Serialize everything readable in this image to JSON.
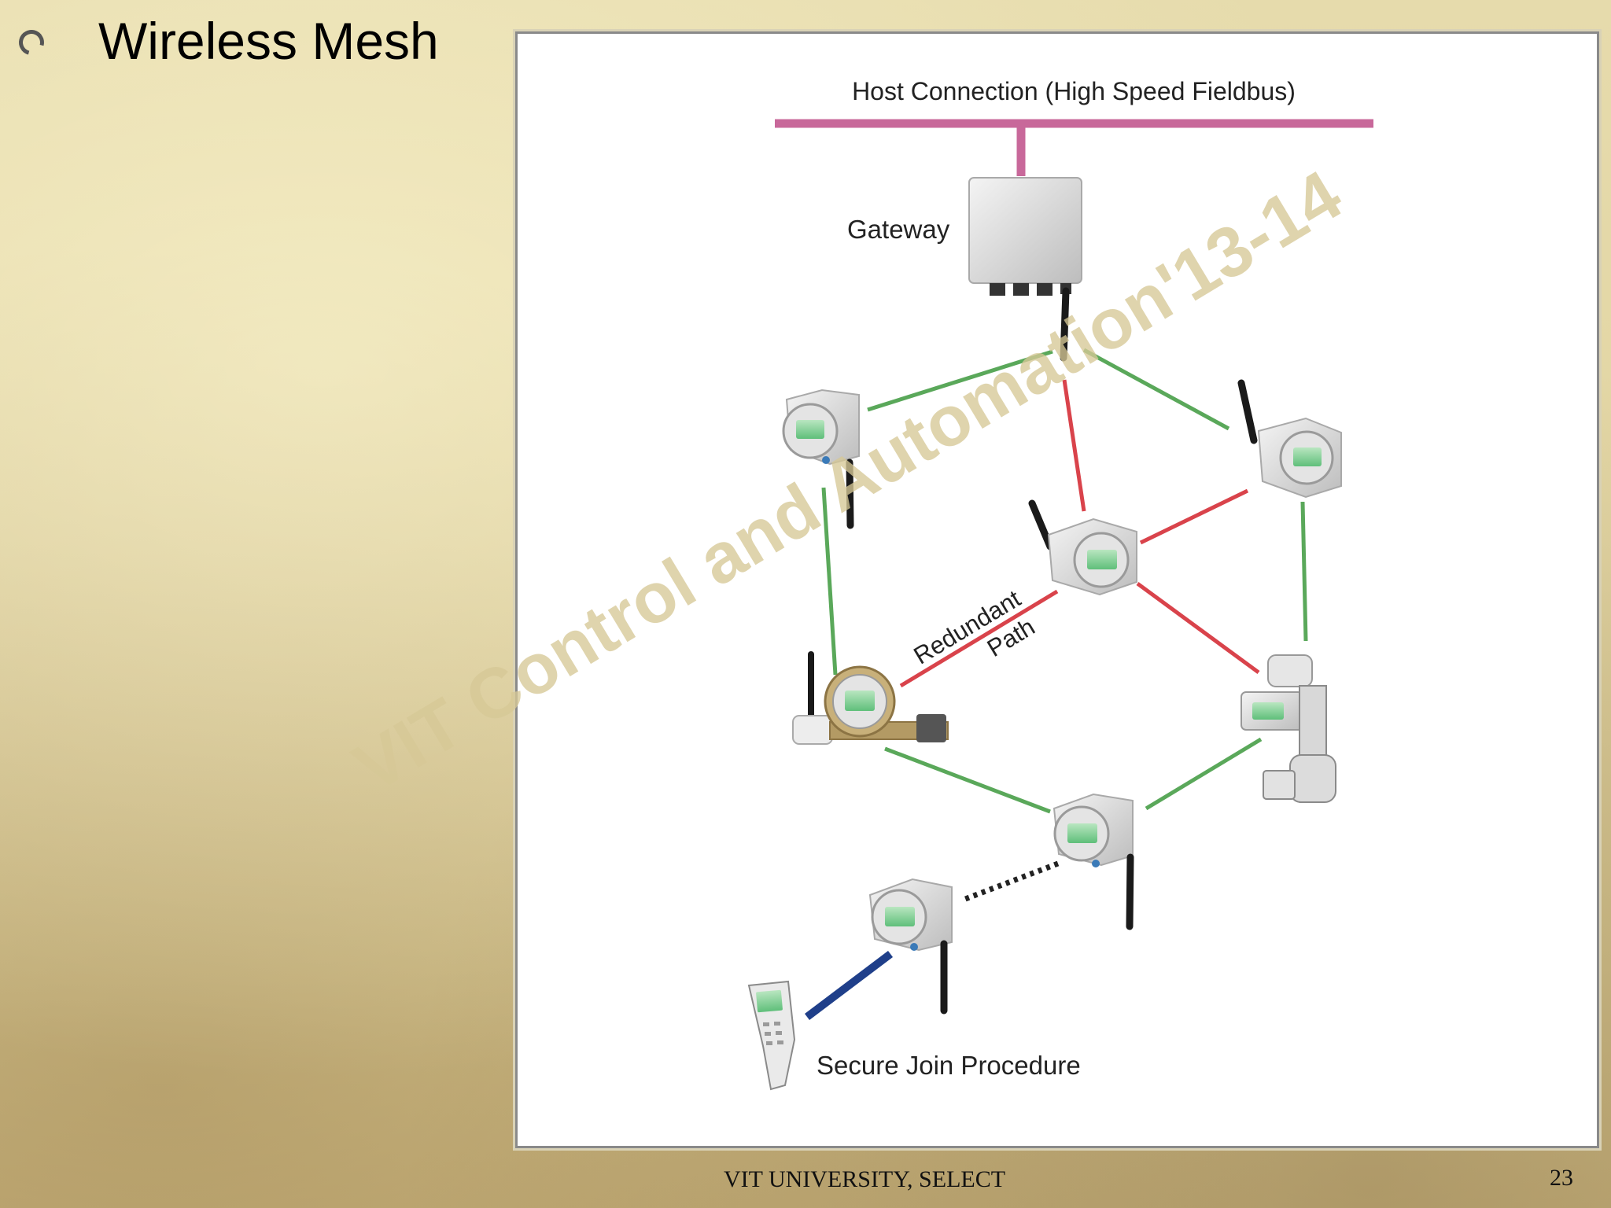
{
  "slide": {
    "title": "Wireless Mesh",
    "footer": "VIT UNIVERSITY, SELECT",
    "page_number": "23"
  },
  "diagram": {
    "host_connection_label": "Host Connection (High Speed Fieldbus)",
    "gateway_label": "Gateway",
    "redundant_label_line1": "Redundant",
    "redundant_label_line2": "Path",
    "secure_join_label": "Secure Join Procedure",
    "watermark": "VIT Control and Automation'13-14",
    "colors": {
      "fieldbus": "#c8689a",
      "primary_link": "#5aa85a",
      "redundant_link": "#d9434b",
      "join_link": "#1f3f8a",
      "dotted_link": "#222222"
    },
    "devices": [
      {
        "name": "gateway",
        "icon": "gateway-box-icon"
      },
      {
        "name": "transmitter-left-top",
        "icon": "wireless-transmitter-icon"
      },
      {
        "name": "transmitter-right-top",
        "icon": "wireless-transmitter-icon"
      },
      {
        "name": "transmitter-center",
        "icon": "wireless-transmitter-icon"
      },
      {
        "name": "flow-meter",
        "icon": "flow-meter-icon"
      },
      {
        "name": "valve-positioner",
        "icon": "control-valve-icon"
      },
      {
        "name": "transmitter-bottom-center",
        "icon": "wireless-transmitter-icon"
      },
      {
        "name": "transmitter-bottom-left",
        "icon": "wireless-transmitter-icon"
      },
      {
        "name": "handheld",
        "icon": "handheld-communicator-icon"
      }
    ]
  }
}
